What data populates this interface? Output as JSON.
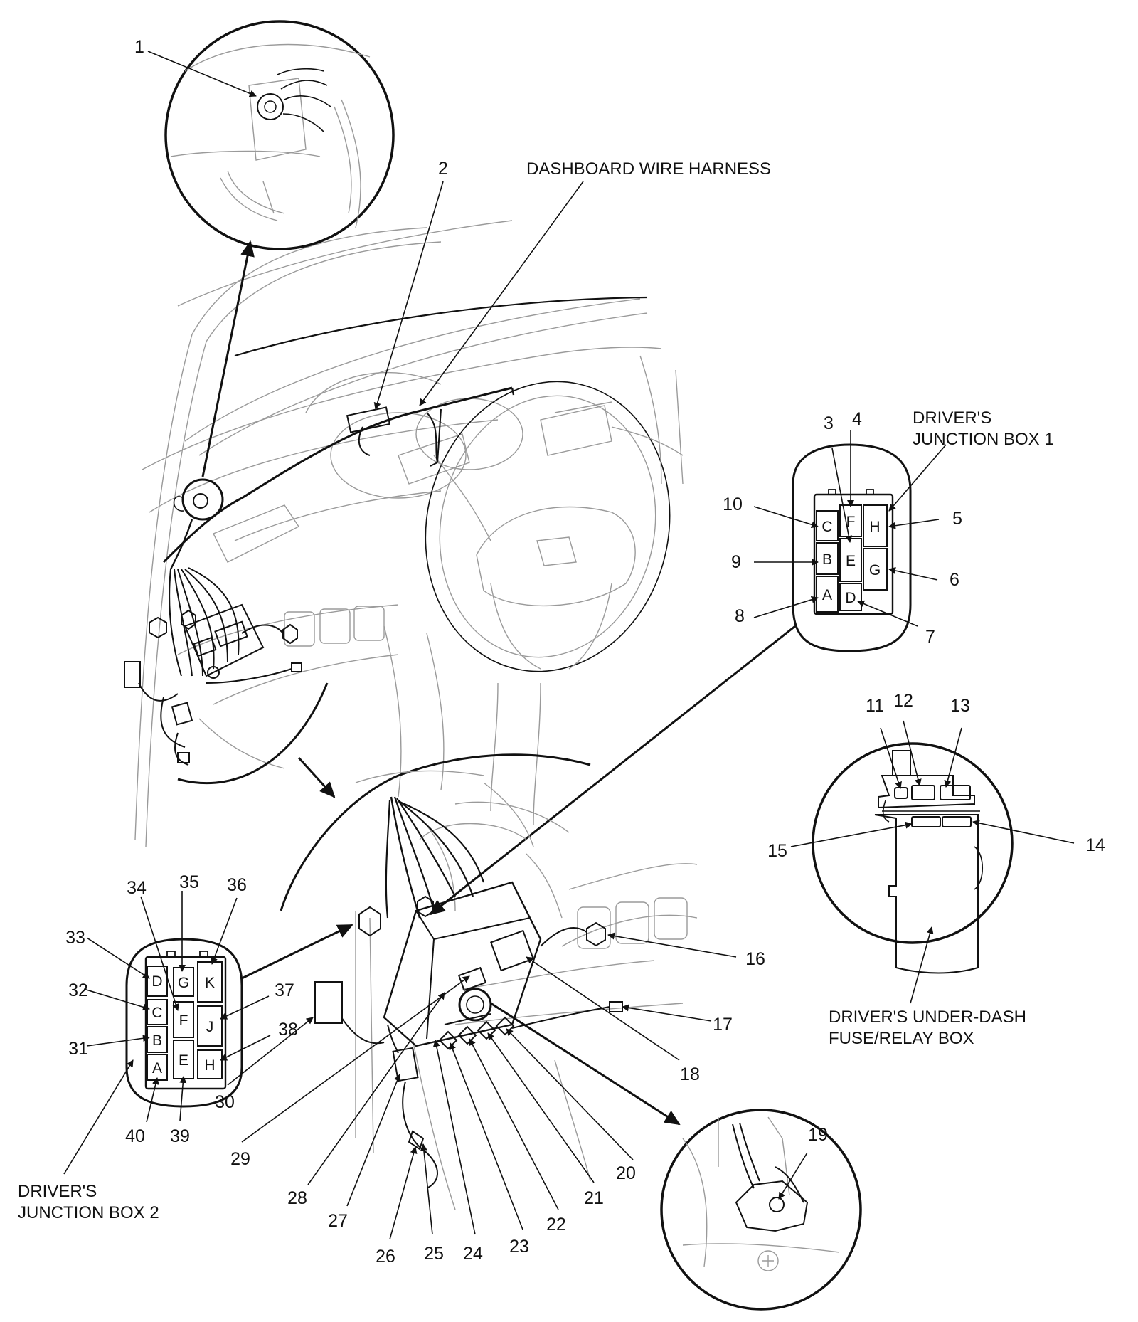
{
  "captions": {
    "dashboard_harness": "DASHBOARD WIRE HARNESS",
    "jb1_line1": "DRIVER'S",
    "jb1_line2": "JUNCTION BOX 1",
    "jb2_line1": "DRIVER'S",
    "jb2_line2": "JUNCTION BOX 2",
    "fuse_line1": "DRIVER'S UNDER-DASH",
    "fuse_line2": "FUSE/RELAY BOX"
  },
  "callouts": [
    "1",
    "2",
    "3",
    "4",
    "5",
    "6",
    "7",
    "8",
    "9",
    "10",
    "11",
    "12",
    "13",
    "14",
    "15",
    "16",
    "17",
    "18",
    "19",
    "20",
    "21",
    "22",
    "23",
    "24",
    "25",
    "26",
    "27",
    "28",
    "29",
    "30",
    "31",
    "32",
    "33",
    "34",
    "35",
    "36",
    "37",
    "38",
    "39",
    "40"
  ],
  "jb1_pins": [
    "C",
    "F",
    "H",
    "B",
    "E",
    "G",
    "A",
    "D"
  ],
  "jb2_pins": [
    "D",
    "G",
    "K",
    "C",
    "F",
    "J",
    "B",
    "A",
    "E",
    "H"
  ],
  "colors": {
    "line": "#111111",
    "sketch": "#9a9a9a",
    "background": "#ffffff"
  }
}
